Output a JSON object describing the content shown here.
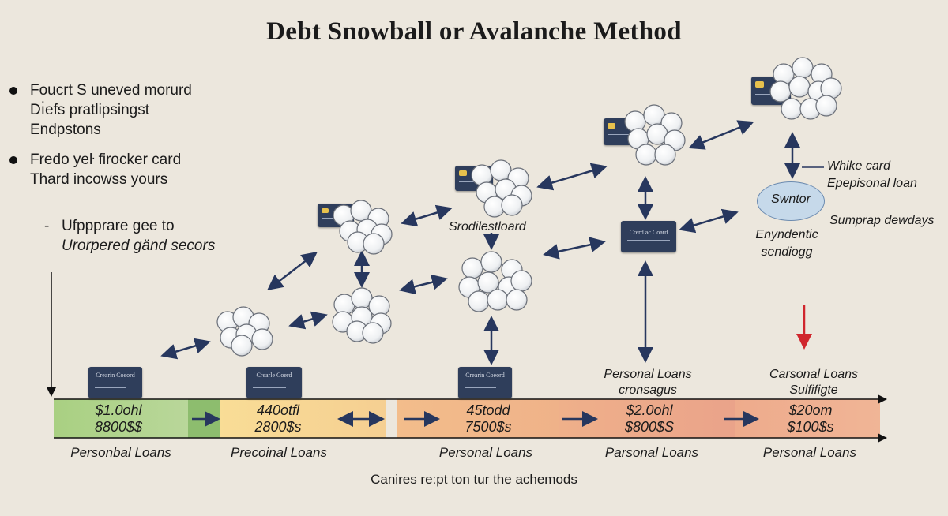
{
  "title": "Debt Snowball or Avalanche Method",
  "bullets": [
    {
      "lines": [
        "Foucrt S uneved morurd",
        "Dı̇efs pratlipsingst",
        "Endpstons"
      ]
    },
    {
      "lines": [
        "Fredo yeŀ firocker card",
        "Thard incowss yours"
      ]
    }
  ],
  "dash_note": {
    "lines": [
      "Ufppprare gee to",
      "Urorpered gänd secors"
    ]
  },
  "cards": [
    {
      "name": "card-1",
      "text": "Crearin Coeord"
    },
    {
      "name": "card-2",
      "text": "Crearle Coerd"
    },
    {
      "name": "card-3",
      "text": "Crearin Coeord"
    },
    {
      "name": "card-4",
      "text": "Crerd ac Coard"
    }
  ],
  "mid_labels": {
    "sroldiest": "Srodilestloard",
    "personal_loans_mid": [
      "Personal Loans",
      "cronsagus"
    ],
    "carsonal_loans": [
      "Carsonal Loans",
      "Sulfifigte"
    ],
    "whike_card": [
      "Whike card",
      "Epepisonal loan"
    ],
    "sumprap": "Sumprap dewdays",
    "eny": [
      "Enyndentic",
      "sendiogg"
    ]
  },
  "oval": {
    "text": "Swntor"
  },
  "segments": [
    {
      "amount": "$1.0ohl",
      "total": "8800$$",
      "label": "Personbal Loans",
      "color": "#a6cd82"
    },
    {
      "amount": "440otfl",
      "total": "2800$s",
      "label": "Precoinal Loans",
      "color": "#f6cf8f"
    },
    {
      "amount": "45todd",
      "total": "7500$s",
      "label": "Personal Loans",
      "color": "#f0b487"
    },
    {
      "amount": "$2.0ohl",
      "total": "$800$S",
      "label": "Parsonal Loans",
      "color": "#eda88a"
    },
    {
      "amount": "$20om",
      "total": "$100$s",
      "label": "Personal Loans",
      "color": "#eea98c"
    }
  ],
  "caption": "Canires re:pt ton tur the achemods",
  "colors": {
    "background": "#ece7dd",
    "arrow": "#27375e",
    "card": "#2f3e5b",
    "accent_red": "#d0262d"
  }
}
